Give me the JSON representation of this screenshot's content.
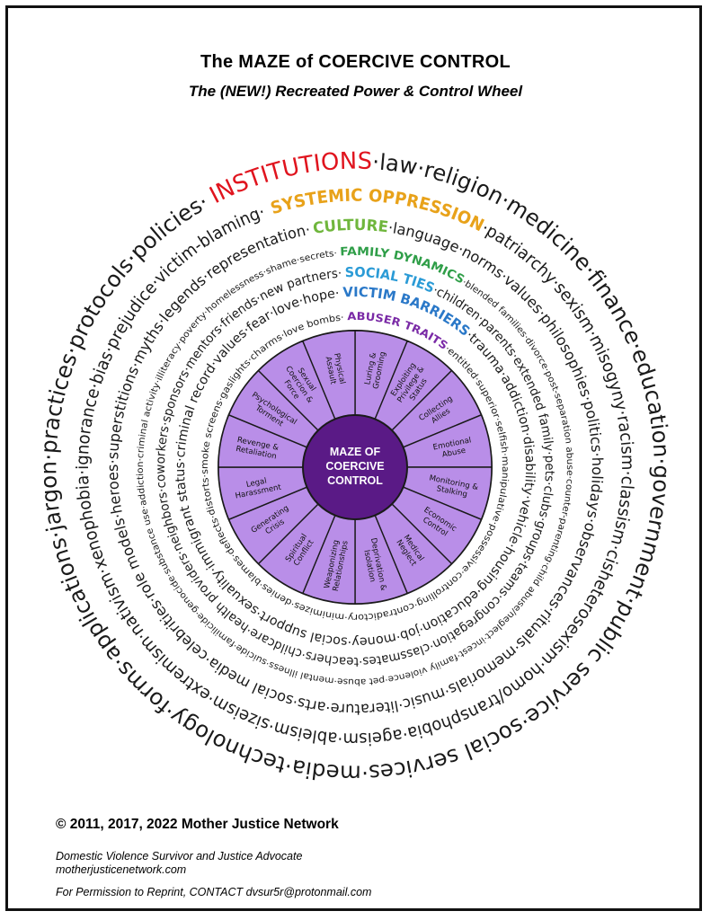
{
  "header": {
    "title": "The MAZE of COERCIVE CONTROL",
    "subtitle": "The (NEW!) Recreated Power & Control Wheel"
  },
  "wheel": {
    "center_label_line1": "MAZE OF",
    "center_label_line2": "COERCIVE",
    "center_label_line3": "CONTROL",
    "rings": [
      {
        "label": "INSTITUTIONS",
        "label_color": "#e0141e",
        "items": "law·religion·medicine·finance·education·government·public service·social services·media·technology·forms·applications·jargon·practices·protocols·policies·"
      },
      {
        "label": "SYSTEMIC OPPRESSION",
        "label_color": "#e8a21a",
        "items": "patriarchy·sexism·misogyny·racism·classism·cisheterosexism·homo/transphobia·ageism·ableism·sizeism·extremism·nativism·xenophobia·ignorance·bias·prejudice·victim-blaming·"
      },
      {
        "label": "CULTURE",
        "label_color": "#6fb63c",
        "items": "language·norms·values·philosophies·politics·holidays·observances·rituals·memorials·music·literature·arts·social media·celebrities·role models·heroes·superstitions·myths·legends·representation·"
      },
      {
        "label": "FAMILY DYNAMICS",
        "label_color": "#2f9e48",
        "items": "blended families·divorce·post-separation abuse·counter-parenting·child abuse/neglect·incest·family violence·pet abuse·mental illness·suicide·familicide·genocide·substance use·addiction·criminal activity·illiteracy·poverty·homelessness·shame·secrets·"
      },
      {
        "label": "SOCIAL TIES",
        "label_color": "#2b9bd6",
        "items": "children·parents·extended family·pets·clubs·groups·teams·congregation·classmates·teachers·childcare·health providers·neighbors·coworkers·sponsors·mentors·friends·new partners·"
      },
      {
        "label": "VICTIM BARRIERS",
        "label_color": "#2a78c8",
        "items": "trauma·addiction·disability·vehicle·housing·education·job·money·social support·sexuality·immigrant status·criminal record·values·fear·love·hope·"
      },
      {
        "label": "ABUSER TRAITS",
        "label_color": "#7a2aa6",
        "items": "entitled·superior·selfish·manipulative·possessive·controlling·contradictory·minimizes·denies·blames·deflects·distorts·smoke screens·gaslights·charms·love bombs·"
      }
    ],
    "segments": [
      "Luring & Grooming",
      "Exploiting Privilege & Status",
      "Collecting Allies",
      "Emotional Abuse",
      "Monitoring & Stalking",
      "Economic Control",
      "Medical Neglect",
      "Deprivation & Isolation",
      "Weaponizing Relationships",
      "Spiritual Conflict",
      "Generating Crisis",
      "Legal Harassment",
      "Revenge & Retaliation",
      "Psychological Torment",
      "Sexual Coercion & Force",
      "Physical Assault"
    ],
    "colors": {
      "segment_fill": "#b98ee8",
      "segment_stroke": "#1a1a1a",
      "center_fill": "#5a1a86",
      "ring_text": "#1a1a1a"
    }
  },
  "footer": {
    "copyright": "© 2011, 2017, 2022  Mother Justice Network",
    "line1": "Domestic Violence Survivor and Justice Advocate",
    "line2": "motherjusticenetwork.com",
    "line3": "For Permission to Reprint, CONTACT dvsur5r@protonmail.com"
  }
}
